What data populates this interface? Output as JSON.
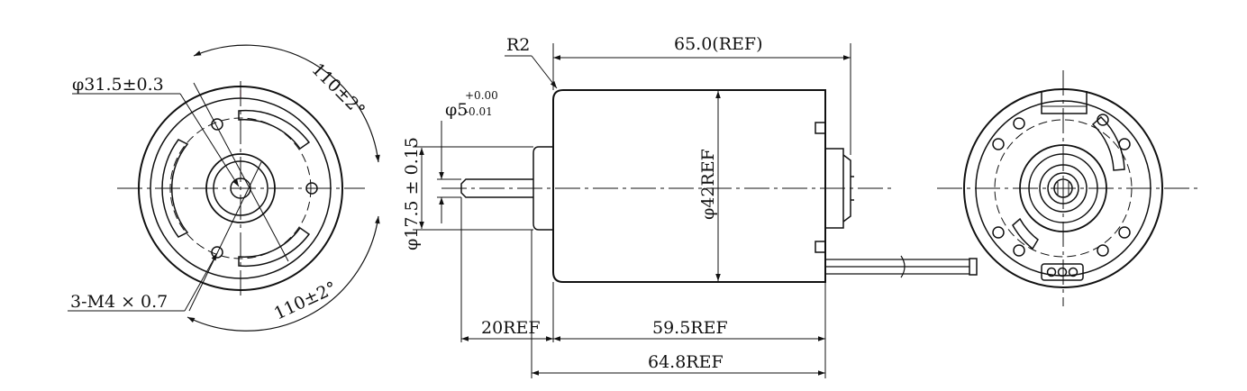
{
  "front_view": {
    "dim_bolt_circle": "φ31.5±0.3",
    "angle_top": "110±2°",
    "angle_bottom": "110±2°",
    "dim_screws": "3-M4 × 0.7"
  },
  "side_view": {
    "corner_radius": "R2",
    "overall_length": "65.0(REF)",
    "shaft_dia_base": "φ5",
    "shaft_tol_upper": "+0.00",
    "shaft_tol_lower": "-0.01",
    "boss_dia": "φ17.5 ± 0.15",
    "body_dia": "φ42REF",
    "shaft_length": "20REF",
    "body_length": "59.5REF",
    "total_length": "64.8REF"
  },
  "colors": {
    "ink": "#111111",
    "pink_centerline": "#f2b8c6"
  }
}
